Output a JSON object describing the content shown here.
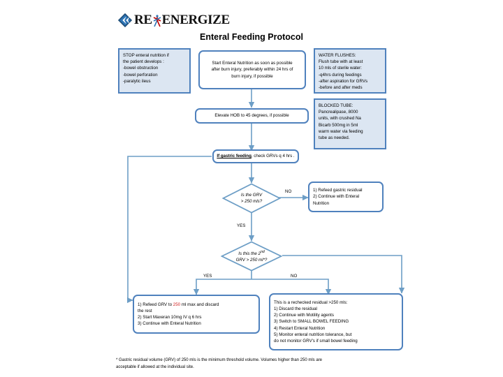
{
  "brand": {
    "logo_text_1": "RE",
    "logo_text_2": "ENERGIZE",
    "logo_mark": "blue-diamond-arrow-icon",
    "logo_star": "red-blue-person-icon"
  },
  "page": {
    "title": "Enteral Feeding Protocol"
  },
  "nodes": {
    "stop_criteria": {
      "line1": "STOP enteral nutrition if",
      "line2": "the patient develops :",
      "line3": "-bowel obstruction",
      "line4": "-bowel perforation",
      "line5": "-paralytic ileus"
    },
    "start_en": {
      "line1": "Start  Enteral  Nutrition as soon as possible",
      "line2": "after burn injury, preferably within 24 hrs of",
      "line3": "burn injury, if possible"
    },
    "water_flushes": {
      "line1": "WATER FLUSHES:",
      "line2": "Flush tube with at least",
      "line3": "10 mls of sterile water:",
      "line4": "-q4hrs during feedings",
      "line5": "-after aspiration for GRVs",
      "line6": "-before and after meds"
    },
    "blocked_tube": {
      "line1": "BLOCKED TUBE:",
      "line2": "Pancrealipase, 8000",
      "line3": "units, with crushed Na",
      "line4": "Bicarb 500mg in 5ml",
      "line5": "warm water via feeding",
      "line6": "tube as needed."
    },
    "elevate_hob": {
      "text": "Elevate HOB to 45 degrees, if possible"
    },
    "check_grv": {
      "emphasis": "If gastric feeding",
      "rest": ", check GRVs q 4 hrs ."
    },
    "decision_1": {
      "line1": "Is the GRV",
      "line2": "> 250 mls?"
    },
    "decision_2": {
      "line1": "Is this the 2",
      "line1_sup": "nd",
      "line2": "GRV > 250 ml*?"
    },
    "refeed_continue": {
      "line1": "1) Refeed gastric residual",
      "line2": "2) Continue with Enteral",
      "line3": "Nutrition"
    },
    "refeed_maxeran": {
      "line1_a": "1) Refeed GRV to ",
      "line1_red": "250",
      "line1_b": " ml max and discard",
      "line2": "the rest",
      "line3": "2) Start Maxeran 10mg IV q 6 hrs",
      "line4": "3) Continue with Enteral Nutrition"
    },
    "rechecked_residual": {
      "line1": "This is a rechecked residual >250 mls:",
      "line2": "1) Discard the residual",
      "line3": "2) Continue with Motility agents",
      "line4": "3) Switch to SMALL BOWEL FEEDING",
      "line5": "4) Restart Enteral Nutrition",
      "line6": "5) Monitor enteral nutrition tolerance, but",
      "line7": "do not monitor GRV's if small bowel feeding"
    }
  },
  "branch_labels": {
    "d1_no": "NO",
    "d1_yes": "YES",
    "d2_yes": "YES",
    "d2_no": "NO"
  },
  "footnote": {
    "line1": "* Gastric residual volume (GRV) of 250 mls is the minimum threshold volume. Volumes higher than 250 mls are",
    "line2": "acceptable if allowed  at the individual site."
  },
  "colors": {
    "border_blue": "#4f81bd",
    "fill_blue": "#dce6f2",
    "accent_red": "#d02020",
    "connector": "#6d9ec6"
  }
}
